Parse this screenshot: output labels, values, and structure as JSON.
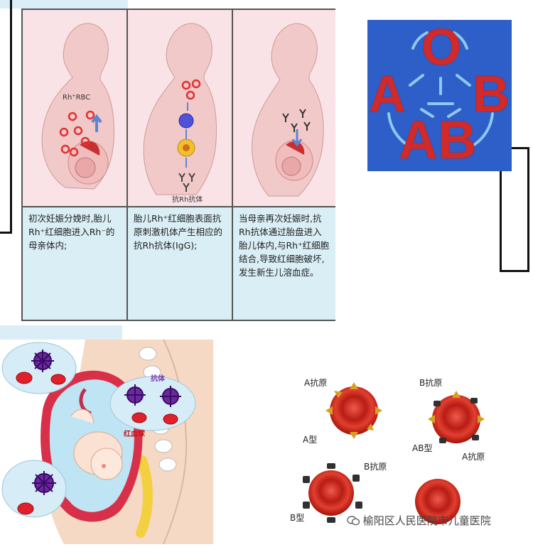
{
  "rh_panel": {
    "labels": {
      "rh_rbc": "Rh⁺RBC",
      "anti_rh_antibody": "抗Rh抗体"
    },
    "steps": [
      "初次妊娠分娩时,胎儿Rh⁺红细胞进入Rh⁻的母亲体内;",
      "胎儿Rh⁺红细胞表面抗原刺激机体产生相应的抗Rh抗体(IgG);",
      "当母亲再次妊娠时,抗Rh抗体通过胎盘进入胎儿体内,与Rh⁺红细胞结合,导致红细胞破坏,发生新生儿溶血症。"
    ]
  },
  "blood_type_graphic": {
    "letters": [
      "O",
      "A",
      "B",
      "AB"
    ],
    "colors": {
      "background": "#2e5ec8",
      "letters": "#d12a2a",
      "arrows": "#8ec8f0"
    }
  },
  "pregnancy_illustration": {
    "labels": {
      "antibody": "抗体",
      "red_blood_cell": "红血球"
    }
  },
  "cell_diagram": {
    "labels": {
      "a_antigen_top": "A抗原",
      "b_antigen_top": "B抗原",
      "a_type": "A型",
      "ab_type": "AB型",
      "a_antigen_right": "A抗原",
      "b_antigen_bottom": "B抗原",
      "b_type": "B型"
    }
  },
  "watermark": {
    "text": "榆阳区人民医院市儿童医院"
  }
}
